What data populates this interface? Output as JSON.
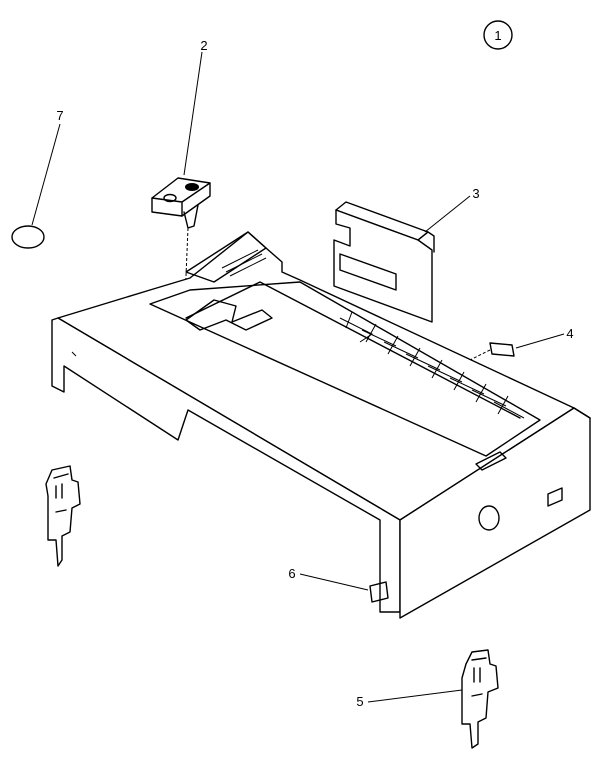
{
  "figure": {
    "sheet_marker": "1",
    "callouts": [
      {
        "id": "c2",
        "label": "2"
      },
      {
        "id": "c3",
        "label": "3"
      },
      {
        "id": "c4",
        "label": "4"
      },
      {
        "id": "c5",
        "label": "5"
      },
      {
        "id": "c6",
        "label": "6"
      },
      {
        "id": "c7",
        "label": "7"
      }
    ]
  }
}
